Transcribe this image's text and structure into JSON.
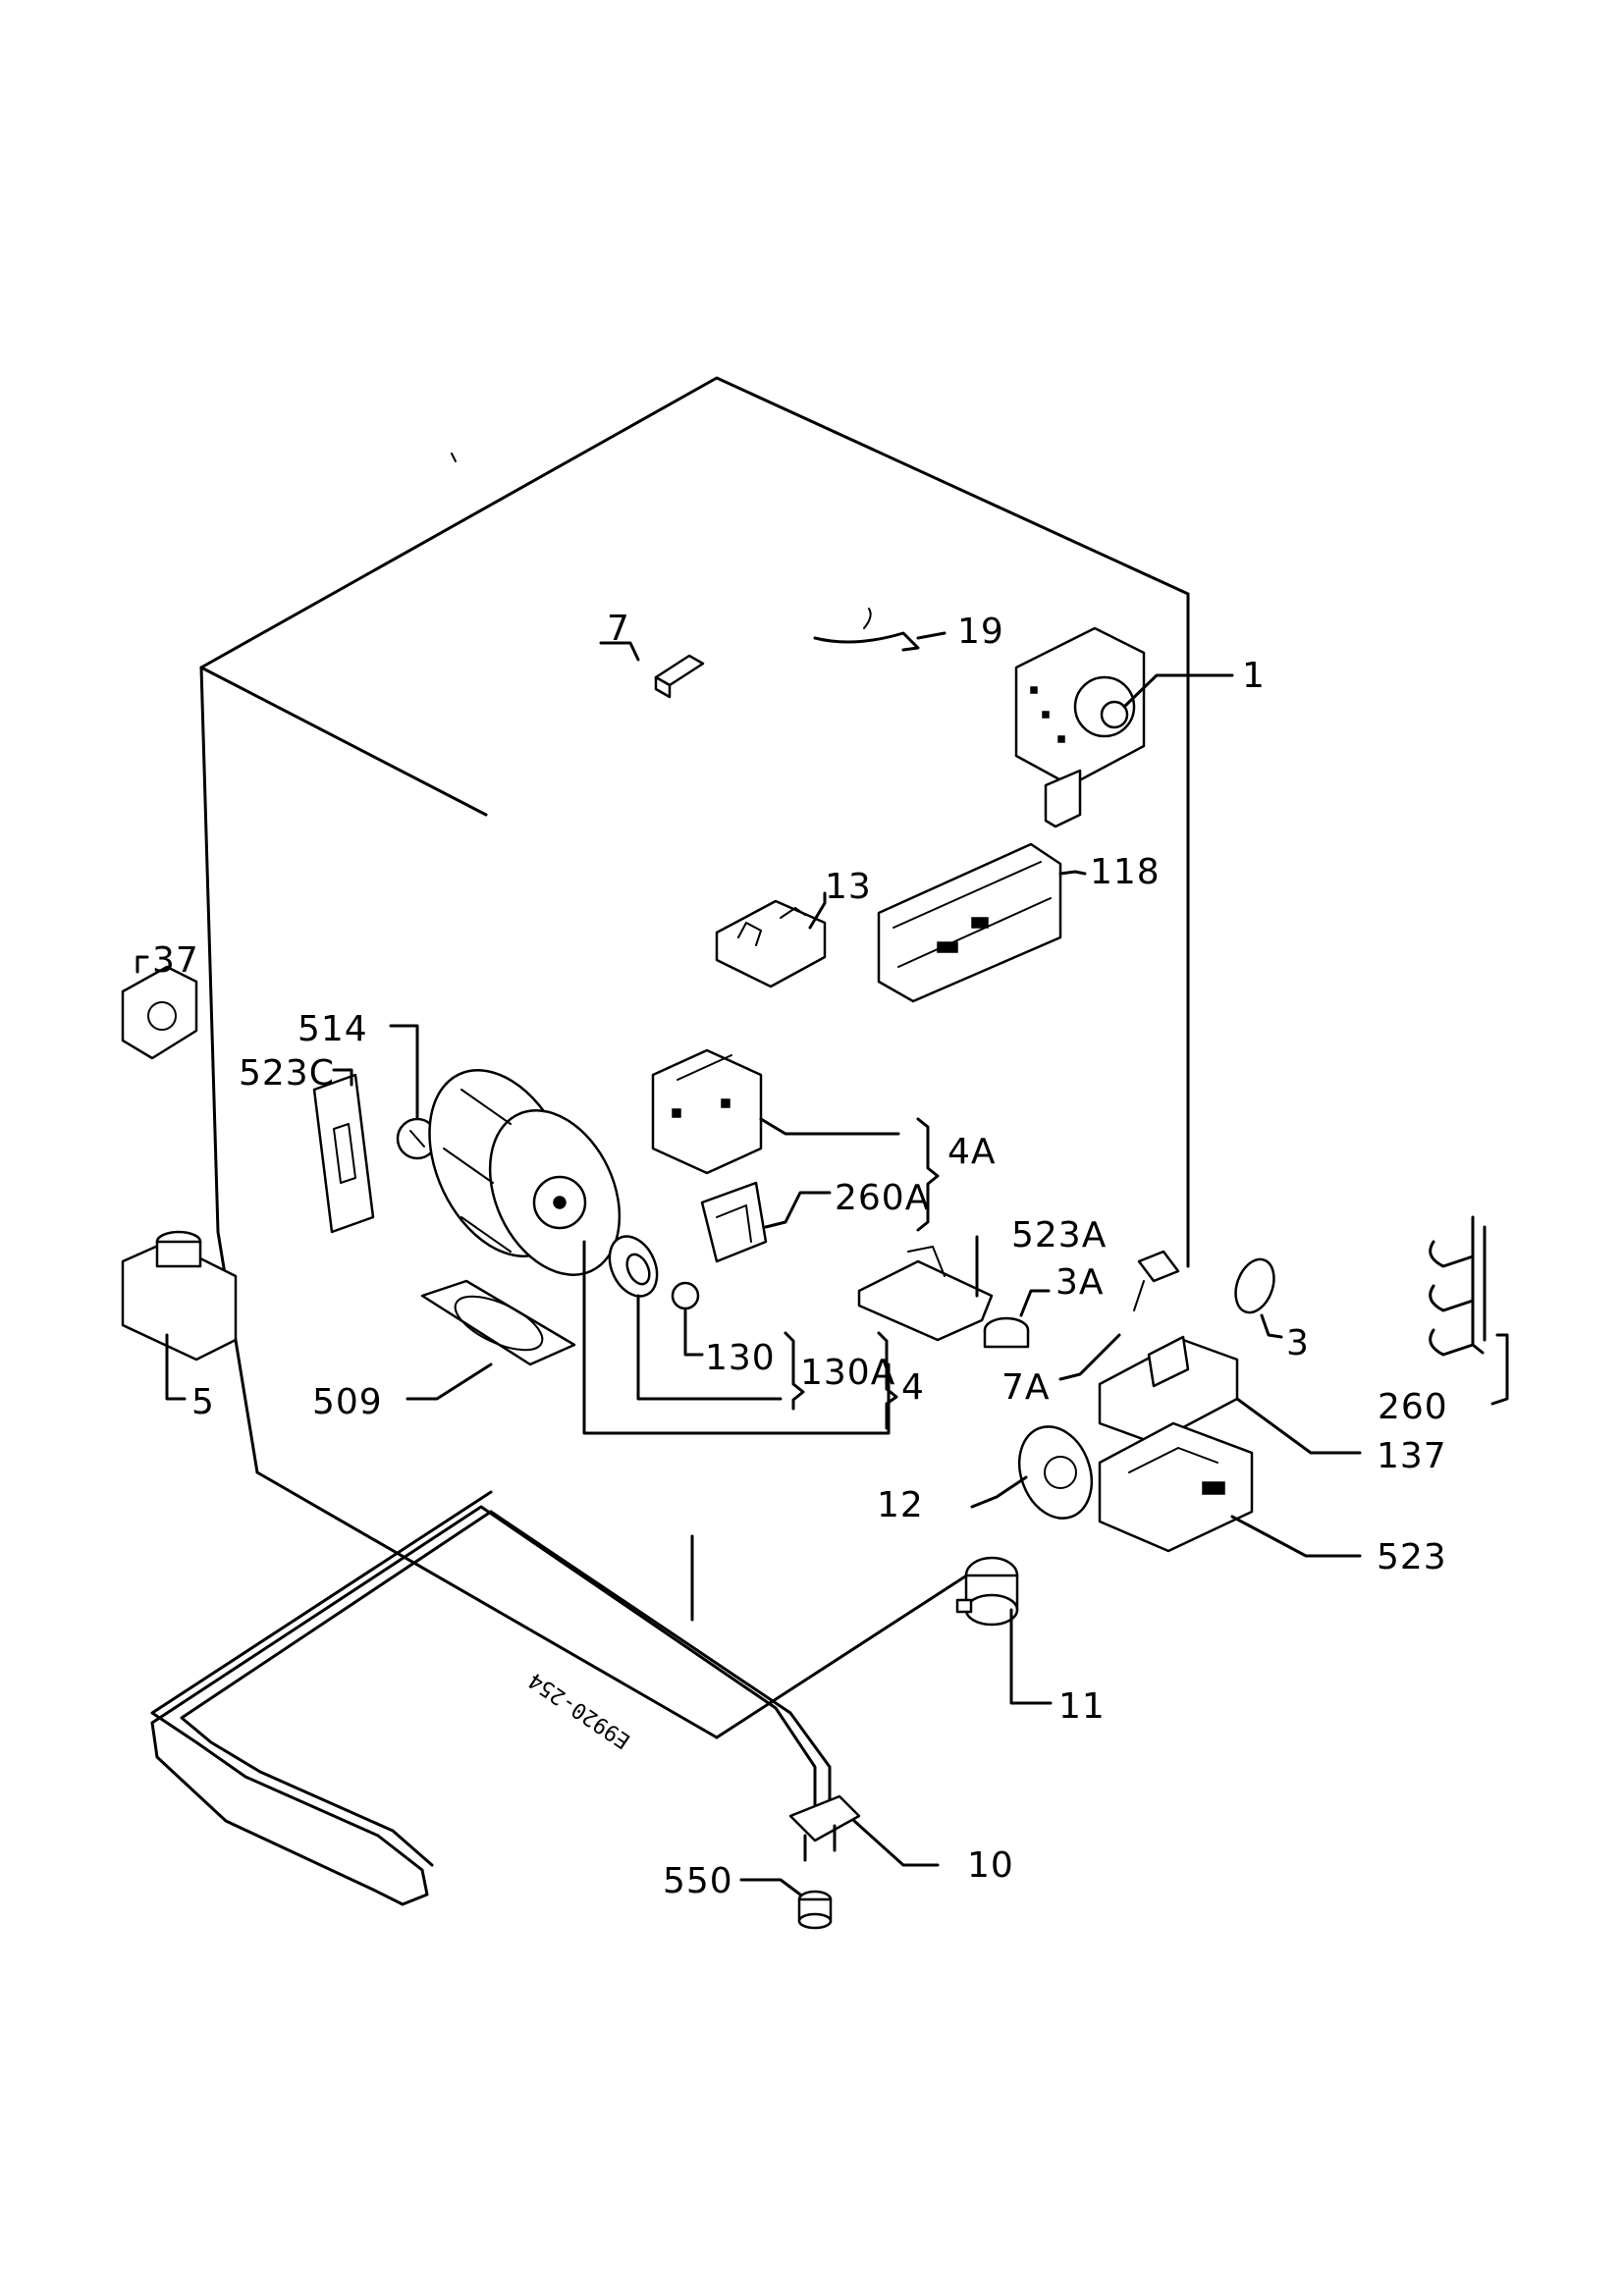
{
  "labels": {
    "p7": "7",
    "p19": "19",
    "p1": "1",
    "p118": "118",
    "p13": "13",
    "p37": "37",
    "p514": "514",
    "p523c": "523C",
    "p4a": "4A",
    "p260a": "260A",
    "p523a": "523A",
    "p3a": "3A",
    "p3": "3",
    "p130": "130",
    "p130a": "130A",
    "p4": "4",
    "p7a": "7A",
    "p5": "5",
    "p509": "509",
    "p260": "260",
    "p137": "137",
    "p12": "12",
    "p523": "523",
    "p11": "11",
    "p10": "10",
    "p550": "550"
  },
  "stamp_code": "E9920-254"
}
